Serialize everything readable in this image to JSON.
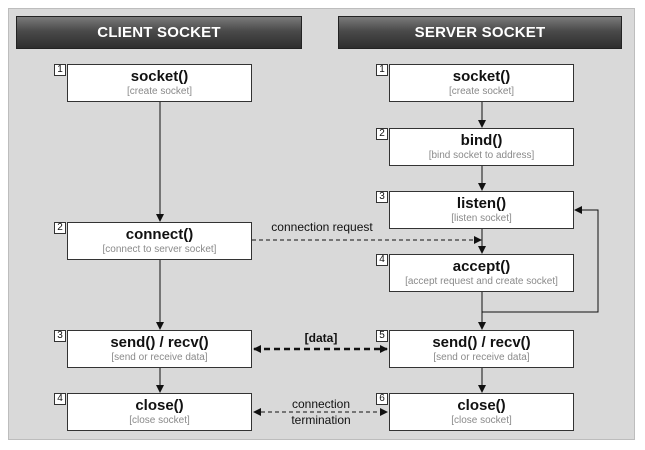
{
  "client": {
    "header": "CLIENT SOCKET",
    "steps": [
      {
        "num": "1",
        "fn": "socket()",
        "desc": "[create socket]"
      },
      {
        "num": "2",
        "fn": "connect()",
        "desc": "[connect to server socket]"
      },
      {
        "num": "3",
        "fn": "send() / recv()",
        "desc": "[send or receive data]"
      },
      {
        "num": "4",
        "fn": "close()",
        "desc": "[close socket]"
      }
    ]
  },
  "server": {
    "header": "SERVER SOCKET",
    "steps": [
      {
        "num": "1",
        "fn": "socket()",
        "desc": "[create socket]"
      },
      {
        "num": "2",
        "fn": "bind()",
        "desc": "[bind socket to address]"
      },
      {
        "num": "3",
        "fn": "listen()",
        "desc": "[listen socket]"
      },
      {
        "num": "4",
        "fn": "accept()",
        "desc": "[accept request and create socket]"
      },
      {
        "num": "5",
        "fn": "send() / recv()",
        "desc": "[send or receive data]"
      },
      {
        "num": "6",
        "fn": "close()",
        "desc": "[close socket]"
      }
    ]
  },
  "labels": {
    "connection_request": "connection request",
    "data": "[data]",
    "termination_line1": "connection",
    "termination_line2": "termination"
  },
  "colors": {
    "frame_bg": "#d9d9d9",
    "header_dark": "#2e2e2e",
    "box_border": "#333333",
    "desc_text": "#8a8a8a"
  }
}
